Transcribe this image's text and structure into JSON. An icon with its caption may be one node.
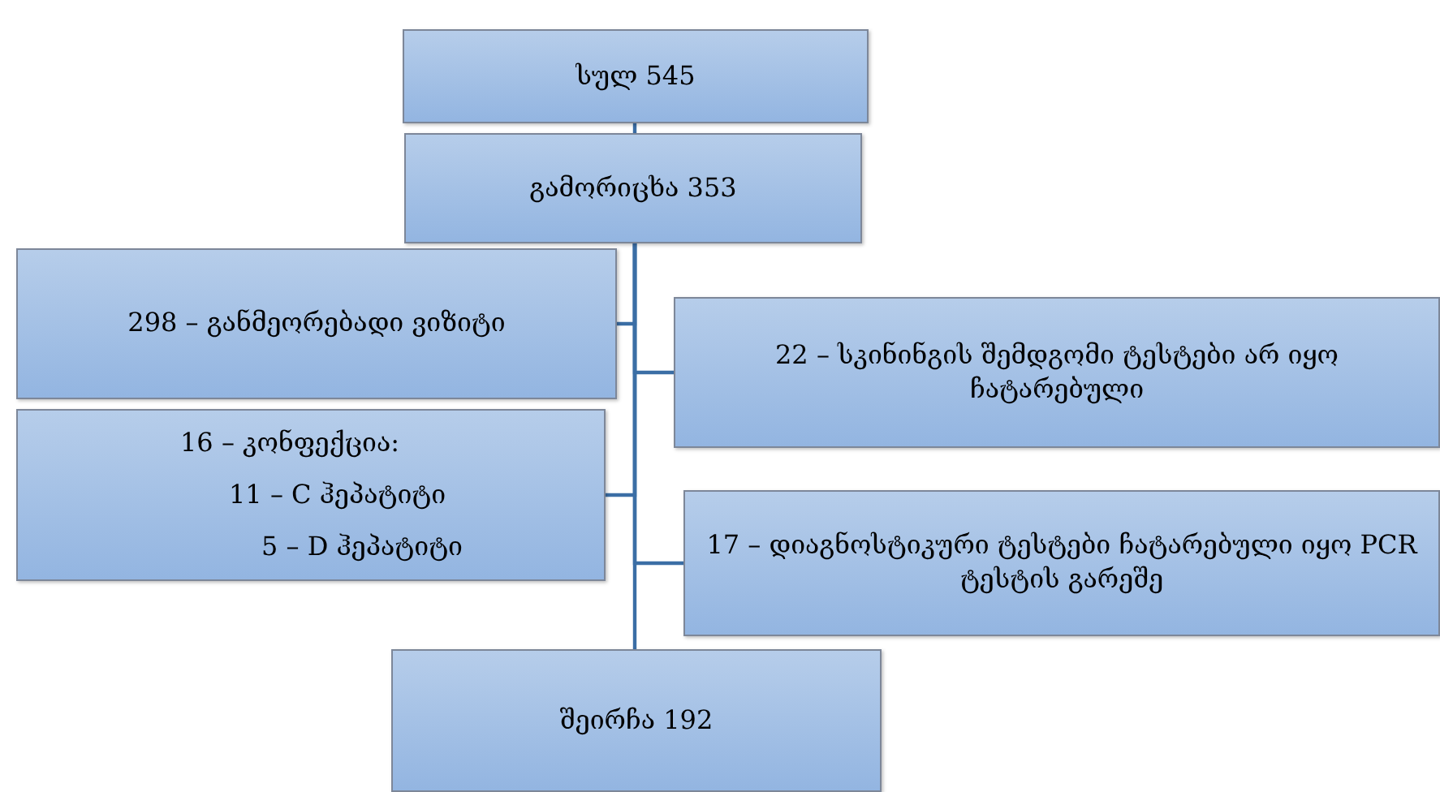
{
  "diagram": {
    "nodes": [
      {
        "text": [
          "სულ 545"
        ]
      },
      {
        "text": [
          "გამორიცხა 353"
        ]
      },
      {
        "text": [
          "298 – განმეორებადი ვიზიტი"
        ]
      },
      {
        "text": [
          "22 – სკინინგის შემდგომი ტესტები არ იყო ჩატარებული"
        ]
      },
      {
        "text": [
          "16 – კონფექცია:",
          "11 – C ჰეპატიტი",
          "5 – D ჰეპატიტი"
        ]
      },
      {
        "text": [
          "17 – დიაგნოსტიკური ტესტები ჩატარებული იყო PCR ტესტის გარეშე"
        ]
      },
      {
        "text": [
          "შეირჩა 192"
        ]
      }
    ],
    "edges": [
      {
        "from": 0,
        "to": 1,
        "arrow": "none"
      },
      {
        "from": 1,
        "to": 2,
        "arrow": "none"
      },
      {
        "from": 1,
        "to": 3,
        "arrow": "none"
      },
      {
        "from": 1,
        "to": 4,
        "arrow": "none"
      },
      {
        "from": 1,
        "to": 5,
        "arrow": "none"
      },
      {
        "from": 1,
        "to": 6,
        "arrow": "none"
      }
    ]
  }
}
